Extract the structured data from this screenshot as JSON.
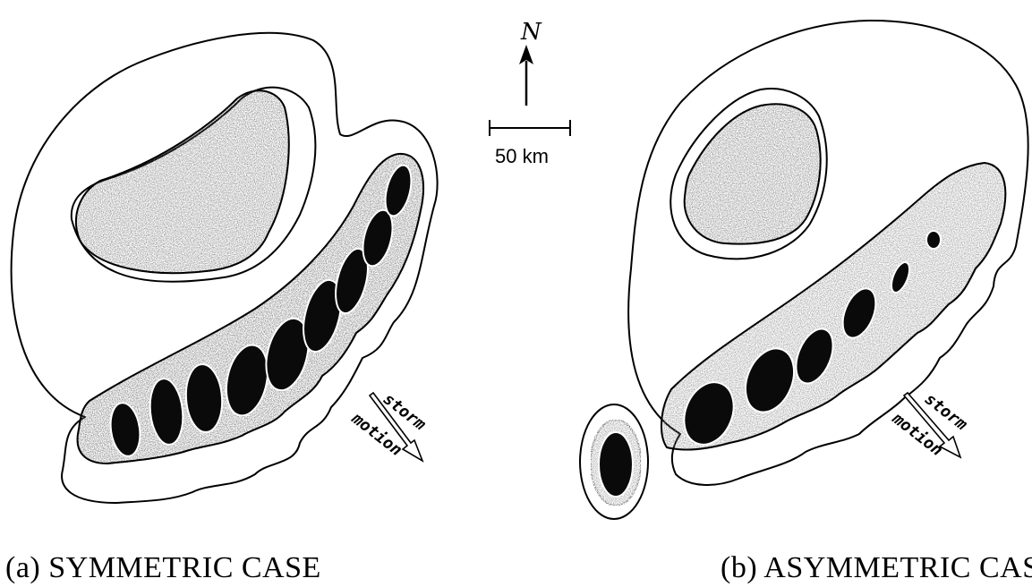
{
  "north_label": "N",
  "scale_label": "50 km",
  "panel_a": {
    "caption": "(a) SYMMETRIC CASE",
    "motion_words": [
      "storm",
      "motion"
    ]
  },
  "panel_b": {
    "caption": "(b) ASYMMETRIC CASE",
    "motion_words": [
      "storm",
      "motion"
    ]
  },
  "colors": {
    "outline": "#000000",
    "stratiform": "#6b6b6b",
    "convective": "#0a0a0a",
    "background": "#ffffff"
  }
}
